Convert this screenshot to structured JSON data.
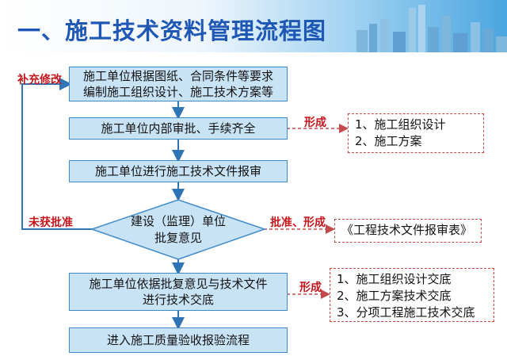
{
  "header": {
    "title": "一、施工技术资料管理流程图"
  },
  "steps": [
    {
      "lines": [
        "施工单位根据图纸、合同条件等要求",
        "编制施工组织设计、施工技术方案等"
      ]
    },
    {
      "lines": [
        "施工单位内部审批、手续齐全"
      ]
    },
    {
      "lines": [
        "施工单位进行施工技术文件报审"
      ]
    },
    {
      "lines": [
        "建设（监理）单位",
        "批复意见"
      ]
    },
    {
      "lines": [
        "施工单位依据批复意见与技术文件",
        "进行技术交底"
      ]
    },
    {
      "lines": [
        "进入施工质量验收报验流程"
      ]
    }
  ],
  "side_labels": {
    "revise": "补充修改",
    "not_approved": "未获批准"
  },
  "arrow_labels": {
    "form1": "形成",
    "approve_form": "批准、形成",
    "form2": "形成"
  },
  "notes": {
    "n1": [
      "1、施工组织设计",
      "2、施工方案"
    ],
    "n2": [
      "《工程技术文件报审表》"
    ],
    "n3": [
      "1、施工组织设计交底",
      "2、施工方案技术交底",
      "3、分项工程施工技术交底"
    ]
  },
  "colors": {
    "title": "#1f57b5",
    "box_fill": "#c9e3f6",
    "box_border": "#3f8ac9",
    "label_red": "#c4161c",
    "arrow_blue": "#2f74b5",
    "note_border": "#c24a4a"
  }
}
